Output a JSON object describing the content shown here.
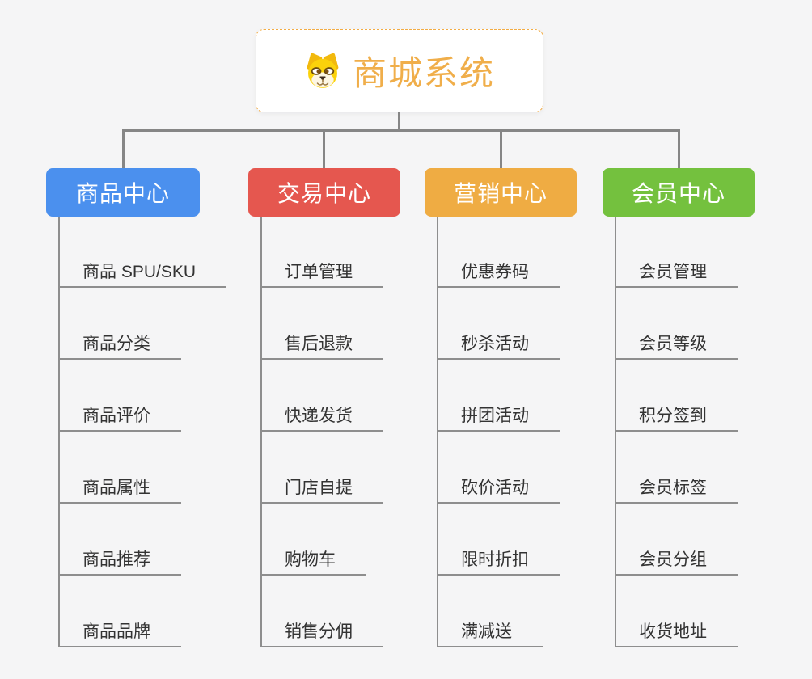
{
  "root": {
    "title": "商城系统",
    "icon": "dog-face-emoji",
    "text_color": "#f0ae4a",
    "border_color": "#f3ac44"
  },
  "connector_color": "#868686",
  "branches": [
    {
      "label": "商品中心",
      "color": "#4b90ee",
      "children": [
        "商品 SPU/SKU",
        "商品分类",
        "商品评价",
        "商品属性",
        "商品推荐",
        "商品品牌"
      ]
    },
    {
      "label": "交易中心",
      "color": "#e5574f",
      "children": [
        "订单管理",
        "售后退款",
        "快递发货",
        "门店自提",
        "购物车",
        "销售分佣"
      ]
    },
    {
      "label": "营销中心",
      "color": "#efac43",
      "children": [
        "优惠券码",
        "秒杀活动",
        "拼团活动",
        "砍价活动",
        "限时折扣",
        "满减送"
      ]
    },
    {
      "label": "会员中心",
      "color": "#74c13e",
      "children": [
        "会员管理",
        "会员等级",
        "积分签到",
        "会员标签",
        "会员分组",
        "收货地址"
      ]
    }
  ]
}
